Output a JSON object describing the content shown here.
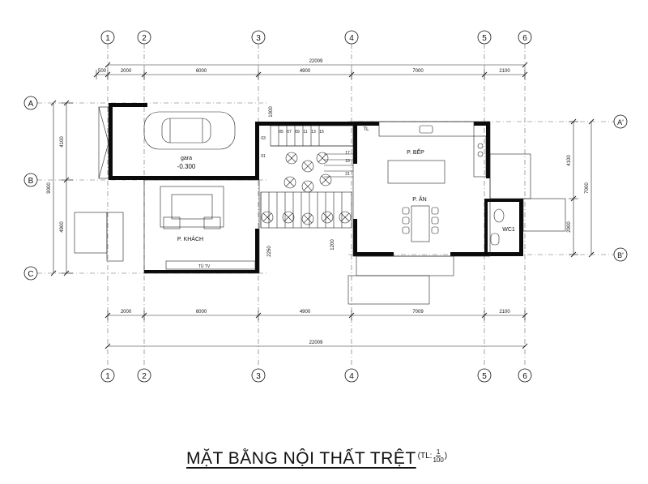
{
  "title": "MẶT BẰNG NỘI THẤT TRỆT",
  "scale": {
    "prefix": "(TL:",
    "num": "1",
    "den": "100",
    "suffix": ")"
  },
  "grid_columns": [
    "1",
    "2",
    "3",
    "4",
    "5",
    "6"
  ],
  "grid_rows": [
    "A",
    "B",
    "C"
  ],
  "grid_rows_right": [
    "A'",
    "B'"
  ],
  "dims_top_segments": [
    "500",
    "2000",
    "6000",
    "4900",
    "7000",
    "2100"
  ],
  "dims_top_total": "22009",
  "dims_bottom_segments": [
    "2000",
    "6000",
    "4900",
    "7009",
    "2100"
  ],
  "dims_bottom_total": "22009",
  "dims_left": [
    "4100",
    "4900"
  ],
  "dims_left_total": "9000",
  "dims_right": [
    "4100",
    "2900"
  ],
  "dims_right_total": "7000",
  "rooms": {
    "gara": "gara",
    "gara_level": "-0.300",
    "khach": "P. KHÁCH",
    "bep": "P. BẾP",
    "an": "P. ĂN",
    "wc": "WC1",
    "tl": "TL",
    "tv": "TỦ TV"
  },
  "misc_dims": {
    "d1000": "1000",
    "d2250": "2250",
    "d1200": "1200"
  },
  "stair_numbers": [
    "01",
    "03",
    "05",
    "07",
    "09",
    "11",
    "13",
    "15",
    "17",
    "19",
    "21"
  ],
  "colors": {
    "line": "#111111",
    "wall": "#0a0a0a",
    "axis": "#555555"
  }
}
